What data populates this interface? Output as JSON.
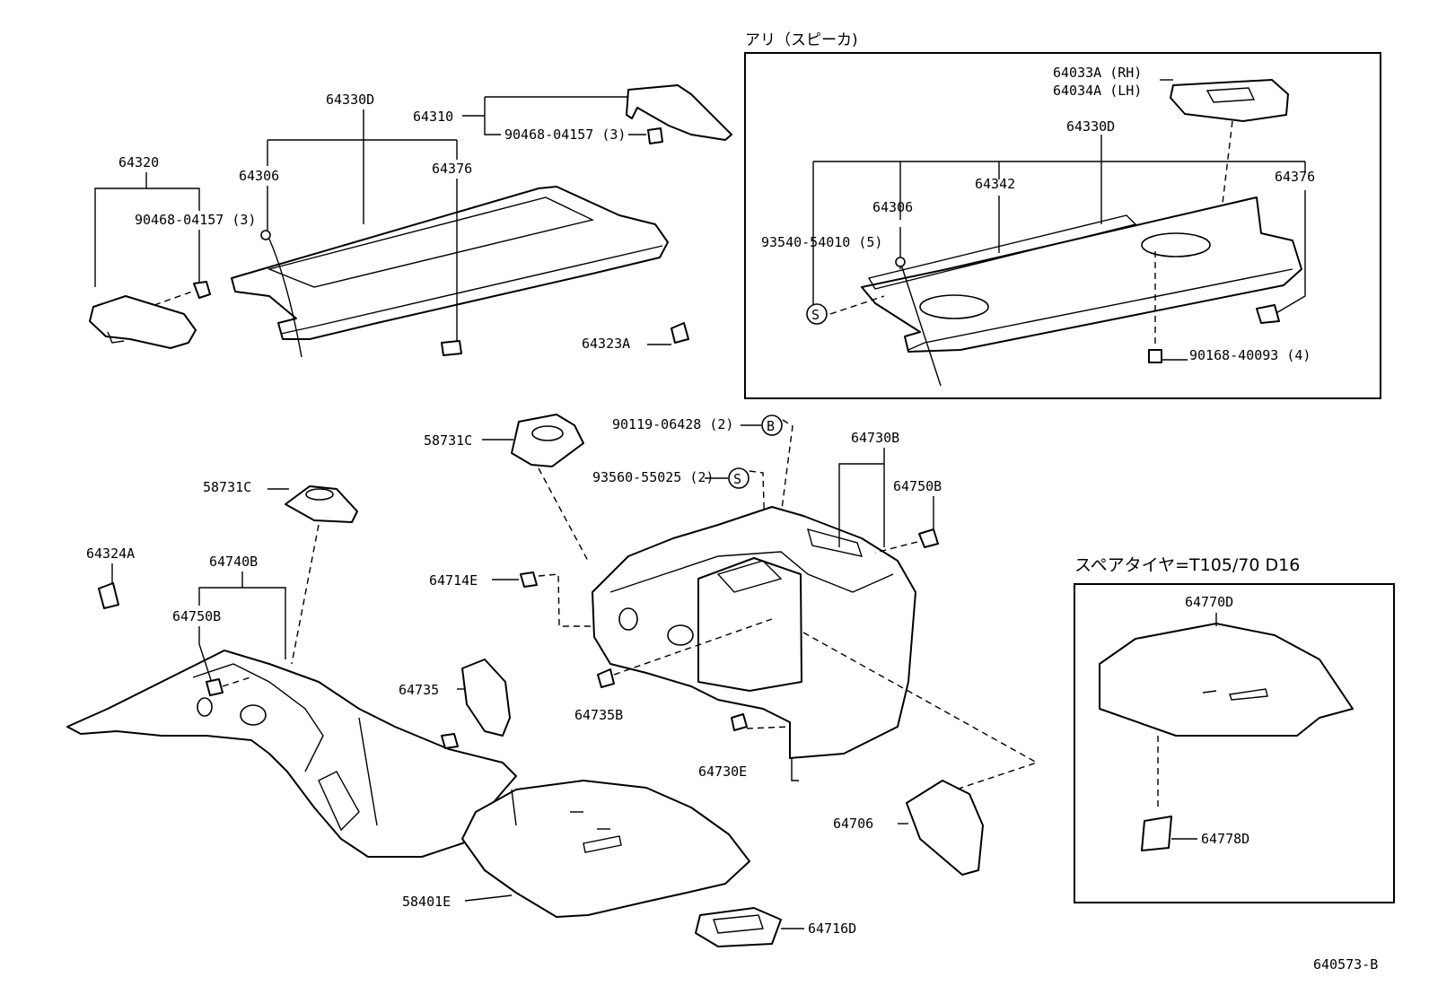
{
  "diagram_id": "640573-B",
  "speaker_box": {
    "title": "アリ（スピーカ)",
    "labels": {
      "part_64033A": "64033A (RH)",
      "part_64034A": "64034A (LH)",
      "part_64330D": "64330D",
      "part_64306": "64306",
      "part_64342": "64342",
      "part_64376": "64376",
      "part_93540": "93540-54010 (5)",
      "part_90168": "90168-40093 (4)",
      "symbol_s": "S"
    }
  },
  "spare_tire_box": {
    "title": "スペアタイヤ=T105/70  D16",
    "labels": {
      "part_64770D": "64770D",
      "part_64778D": "64778D"
    }
  },
  "main": {
    "labels": {
      "part_64320": "64320",
      "part_90468_left": "90468-04157 (3)",
      "part_64330D": "64330D",
      "part_64306": "64306",
      "part_64376": "64376",
      "part_64310": "64310",
      "part_90468_top": "90468-04157 (3)",
      "part_64323A": "64323A",
      "part_58731C_top": "58731C",
      "part_58731C_left": "58731C",
      "part_90119": "90119-06428 (2)",
      "symbol_b": "B",
      "part_93560": "93560-55025 (2)",
      "symbol_s": "S",
      "part_64730B": "64730B",
      "part_64750B_right": "64750B",
      "part_64324A": "64324A",
      "part_64740B": "64740B",
      "part_64750B_left": "64750B",
      "part_64714E": "64714E",
      "part_64735": "64735",
      "part_64735B": "64735B",
      "part_64730E": "64730E",
      "part_64706": "64706",
      "part_58401E": "58401E",
      "part_64716D": "64716D"
    }
  }
}
